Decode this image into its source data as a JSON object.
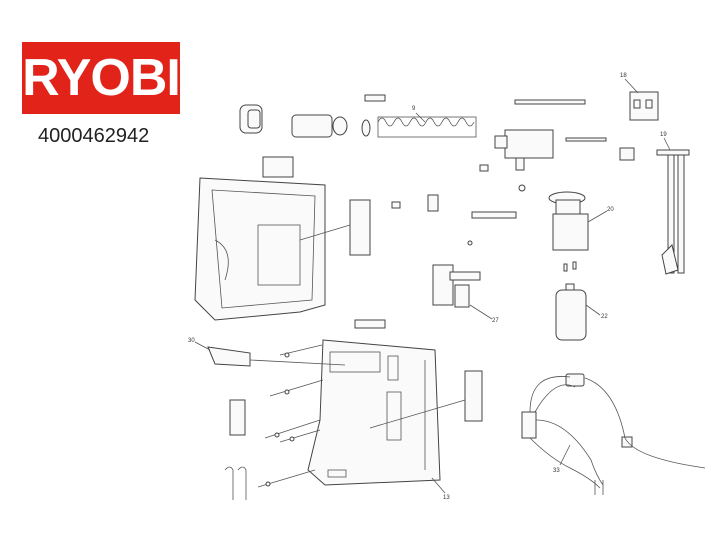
{
  "brand": {
    "logo_text": "RYOBI",
    "color": "#e2231a"
  },
  "part_number": "4000462942",
  "callouts": [
    "9",
    "18",
    "19",
    "20",
    "22",
    "27",
    "13",
    "30",
    "33"
  ]
}
